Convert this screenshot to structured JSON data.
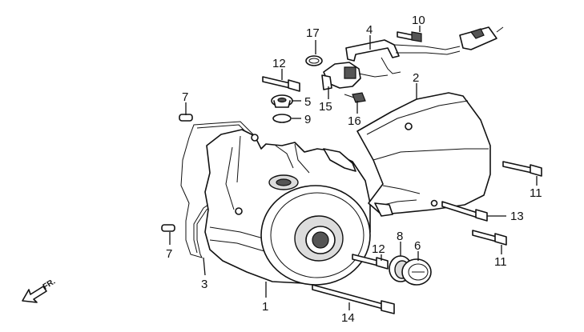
{
  "callouts": {
    "c1": "1",
    "c2": "2",
    "c3": "3",
    "c4": "4",
    "c5": "5",
    "c6": "6",
    "c7a": "7",
    "c7b": "7",
    "c8": "8",
    "c9": "9",
    "c10": "10",
    "c11a": "11",
    "c11b": "11",
    "c12a": "12",
    "c12b": "12",
    "c13": "13",
    "c14": "14",
    "c15": "15",
    "c16": "16",
    "c17": "17"
  },
  "direction": {
    "label": "FR."
  },
  "colors": {
    "line": "#111111",
    "shade": "#dcdcdc",
    "background": "#ffffff"
  }
}
